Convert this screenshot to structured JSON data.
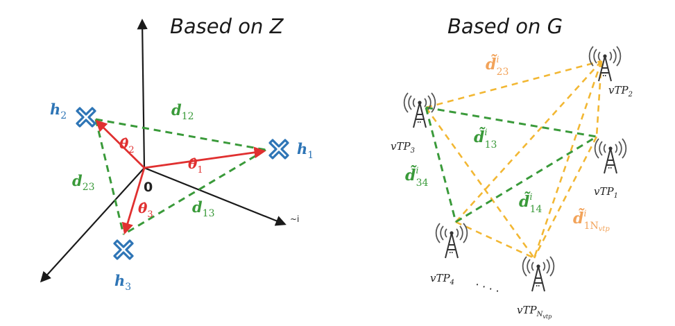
{
  "left_panel": {
    "title": "Based on Z",
    "origin_label": "0",
    "axis_label": "~i",
    "points": [
      {
        "base": "h",
        "sub": "1"
      },
      {
        "base": "h",
        "sub": "2"
      },
      {
        "base": "h",
        "sub": "3"
      }
    ],
    "distances": [
      {
        "base": "d",
        "sub": "12"
      },
      {
        "base": "d",
        "sub": "13"
      },
      {
        "base": "d",
        "sub": "23"
      }
    ],
    "angles": [
      {
        "base": "θ̂",
        "sub": "1"
      },
      {
        "base": "θ̂",
        "sub": "2"
      },
      {
        "base": "θ̂",
        "sub": "3"
      }
    ]
  },
  "right_panel": {
    "title": "Based on G",
    "towers": [
      {
        "base": "vTP",
        "sub": "1"
      },
      {
        "base": "vTP",
        "sub": "2"
      },
      {
        "base": "vTP",
        "sub": "3"
      },
      {
        "base": "vTP",
        "sub": "4"
      },
      {
        "base": "vTP",
        "sub": "N",
        "subsub": "vtp"
      }
    ],
    "distances": [
      {
        "base": "d̃",
        "sup": "i",
        "sub": "23",
        "color": "orange"
      },
      {
        "base": "d̃",
        "sup": "i",
        "sub": "13",
        "color": "green"
      },
      {
        "base": "d̃",
        "sup": "i",
        "sub": "34",
        "color": "green"
      },
      {
        "base": "d̃",
        "sup": "i",
        "sub": "14",
        "color": "green"
      },
      {
        "base": "d̃",
        "sup": "i",
        "sub": "1N",
        "subsub": "vtp",
        "color": "orange"
      }
    ],
    "ellipsis": "· · · ·"
  },
  "colors": {
    "green": "#3a9a3a",
    "orange": "#f2b733",
    "red": "#e03030",
    "blue": "#2e75b6",
    "axis": "#1a1a1a"
  }
}
